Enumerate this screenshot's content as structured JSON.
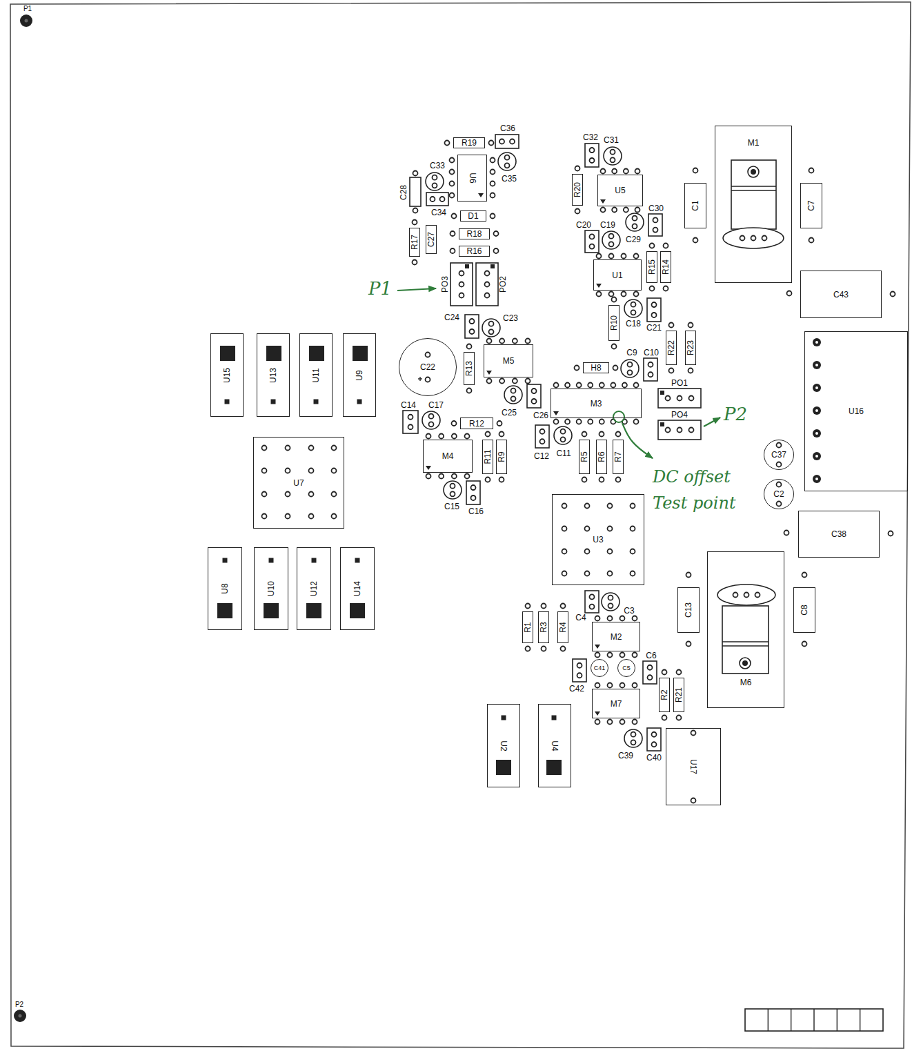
{
  "diagram": {
    "nodes": [
      {
        "text": [
          "R19"
        ]
      },
      {
        "text": [
          "C36"
        ]
      },
      {
        "text": [
          "U6"
        ]
      },
      {
        "text": [
          "C33"
        ]
      },
      {
        "text": [
          "C35"
        ]
      },
      {
        "text": [
          "C28"
        ]
      },
      {
        "text": [
          "C34"
        ]
      },
      {
        "text": [
          "D1"
        ]
      },
      {
        "text": [
          "R17"
        ]
      },
      {
        "text": [
          "C27"
        ]
      },
      {
        "text": [
          "R18"
        ]
      },
      {
        "text": [
          "R16"
        ]
      },
      {
        "text": [
          "PO3"
        ]
      },
      {
        "text": [
          "PO2"
        ]
      },
      {
        "text": [
          "C32"
        ]
      },
      {
        "text": [
          "C31"
        ]
      },
      {
        "text": [
          "U5"
        ]
      },
      {
        "text": [
          "R20"
        ]
      },
      {
        "text": [
          "C30"
        ]
      },
      {
        "text": [
          "C20"
        ]
      },
      {
        "text": [
          "C19"
        ]
      },
      {
        "text": [
          "C29"
        ]
      },
      {
        "text": [
          "U1"
        ]
      },
      {
        "text": [
          "R15"
        ]
      },
      {
        "text": [
          "R14"
        ]
      },
      {
        "text": [
          "C18"
        ]
      },
      {
        "text": [
          "C21"
        ]
      },
      {
        "text": [
          "R10"
        ]
      },
      {
        "text": [
          "M1"
        ]
      },
      {
        "text": [
          "C1"
        ]
      },
      {
        "text": [
          "C7"
        ]
      },
      {
        "text": [
          "C43"
        ]
      },
      {
        "text": [
          "U16"
        ]
      },
      {
        "text": [
          "C24"
        ]
      },
      {
        "text": [
          "C23"
        ]
      },
      {
        "text": [
          "C22"
        ]
      },
      {
        "text": [
          "R13"
        ]
      },
      {
        "text": [
          "M5"
        ]
      },
      {
        "text": [
          "R22"
        ]
      },
      {
        "text": [
          "R23"
        ]
      },
      {
        "text": [
          "H8"
        ]
      },
      {
        "text": [
          "C9"
        ]
      },
      {
        "text": [
          "C10"
        ]
      },
      {
        "text": [
          "M3"
        ]
      },
      {
        "text": [
          "PO1"
        ]
      },
      {
        "text": [
          "PO4"
        ]
      },
      {
        "text": [
          "C14"
        ]
      },
      {
        "text": [
          "C17"
        ]
      },
      {
        "text": [
          "C25"
        ]
      },
      {
        "text": [
          "C26"
        ]
      },
      {
        "text": [
          "R12"
        ]
      },
      {
        "text": [
          "M4"
        ]
      },
      {
        "text": [
          "R11"
        ]
      },
      {
        "text": [
          "R9"
        ]
      },
      {
        "text": [
          "C12"
        ]
      },
      {
        "text": [
          "C11"
        ]
      },
      {
        "text": [
          "R5"
        ]
      },
      {
        "text": [
          "R6"
        ]
      },
      {
        "text": [
          "R7"
        ]
      },
      {
        "text": [
          "C15"
        ]
      },
      {
        "text": [
          "C16"
        ]
      },
      {
        "text": [
          "C37"
        ]
      },
      {
        "text": [
          "C2"
        ]
      },
      {
        "text": [
          "C38"
        ]
      },
      {
        "text": [
          "U15"
        ]
      },
      {
        "text": [
          "U13"
        ]
      },
      {
        "text": [
          "U11"
        ]
      },
      {
        "text": [
          "U9"
        ]
      },
      {
        "text": [
          "U7"
        ]
      },
      {
        "text": [
          "U8"
        ]
      },
      {
        "text": [
          "U10"
        ]
      },
      {
        "text": [
          "U12"
        ]
      },
      {
        "text": [
          "U14"
        ]
      },
      {
        "text": [
          "U3"
        ]
      },
      {
        "text": [
          "C4"
        ]
      },
      {
        "text": [
          "C3"
        ]
      },
      {
        "text": [
          "R1"
        ]
      },
      {
        "text": [
          "R3"
        ]
      },
      {
        "text": [
          "R4"
        ]
      },
      {
        "text": [
          "M2"
        ]
      },
      {
        "text": [
          "C13"
        ]
      },
      {
        "text": [
          "C8"
        ]
      },
      {
        "text": [
          "M6"
        ]
      },
      {
        "text": [
          "C42"
        ]
      },
      {
        "text": [
          "C41"
        ]
      },
      {
        "text": [
          "C5"
        ]
      },
      {
        "text": [
          "C6"
        ]
      },
      {
        "text": [
          "R2"
        ]
      },
      {
        "text": [
          "R21"
        ]
      },
      {
        "text": [
          "M7"
        ]
      },
      {
        "text": [
          "C39"
        ]
      },
      {
        "text": [
          "C40"
        ]
      },
      {
        "text": [
          "U2"
        ]
      },
      {
        "text": [
          "U4"
        ]
      },
      {
        "text": [
          "U17"
        ]
      }
    ],
    "labels": [
      "P1",
      "P2",
      "P1",
      "P2",
      "DC offset Test point"
    ]
  }
}
